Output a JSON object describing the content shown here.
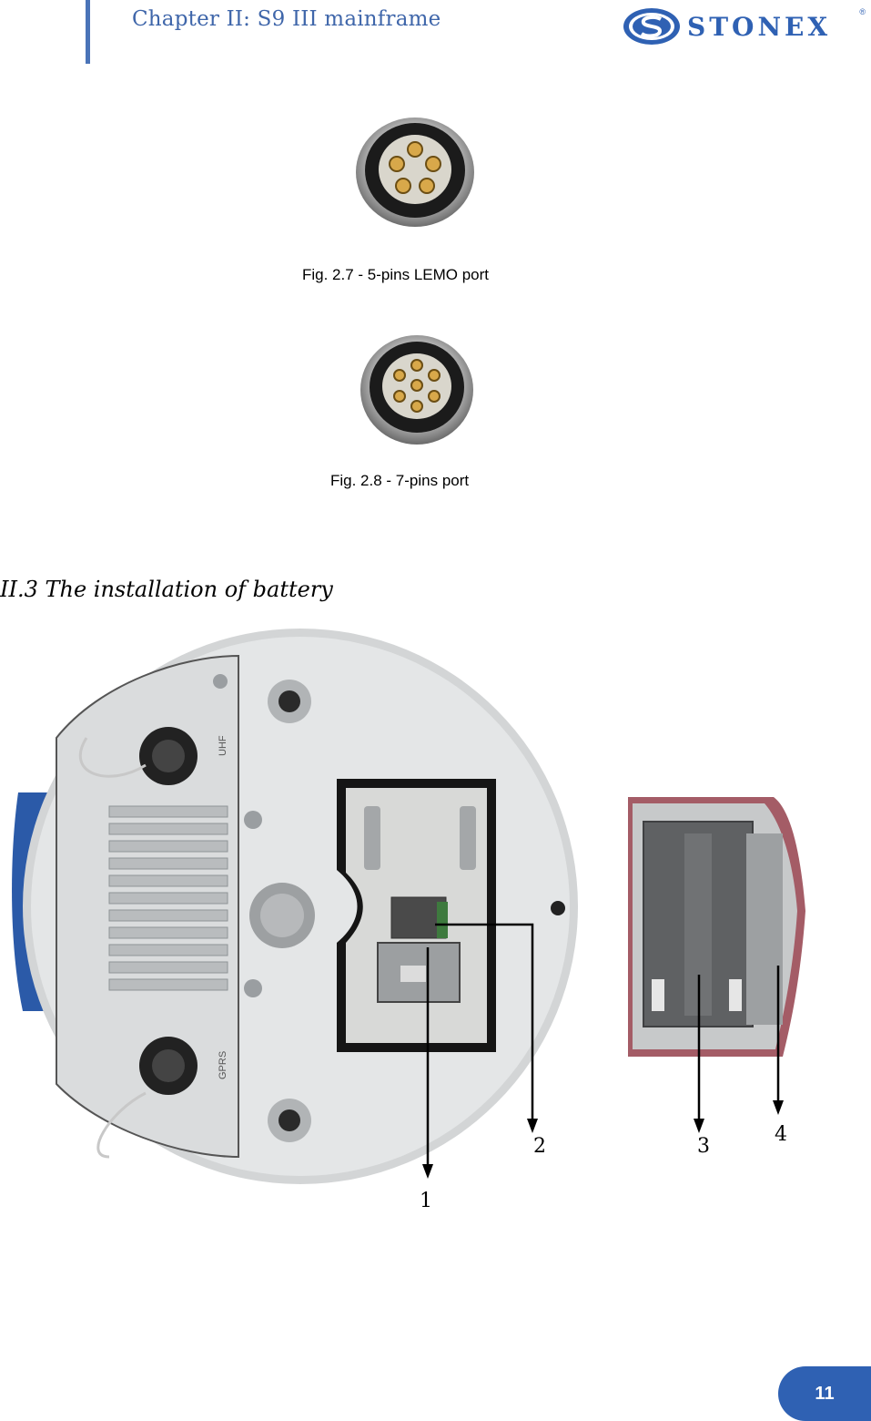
{
  "header": {
    "chapter_title": "Chapter II: S9 III mainframe",
    "logo_text": "STONEX",
    "logo_mark": "®"
  },
  "figures": {
    "fig_2_7_caption": "Fig. 2.7 - 5-pins LEMO port",
    "fig_2_8_caption": "Fig. 2.8 - 7-pins port"
  },
  "section": {
    "title": "II.3 The installation of battery"
  },
  "callouts": {
    "label_1": "1",
    "label_2": "2",
    "label_3": "3",
    "label_4": "4"
  },
  "device_labels": {
    "uhf": "UHF",
    "gprs": "GPRS"
  },
  "footer": {
    "page_number": "11"
  },
  "colors": {
    "accent": "#2f61b3",
    "header_text": "#3f66aa"
  }
}
